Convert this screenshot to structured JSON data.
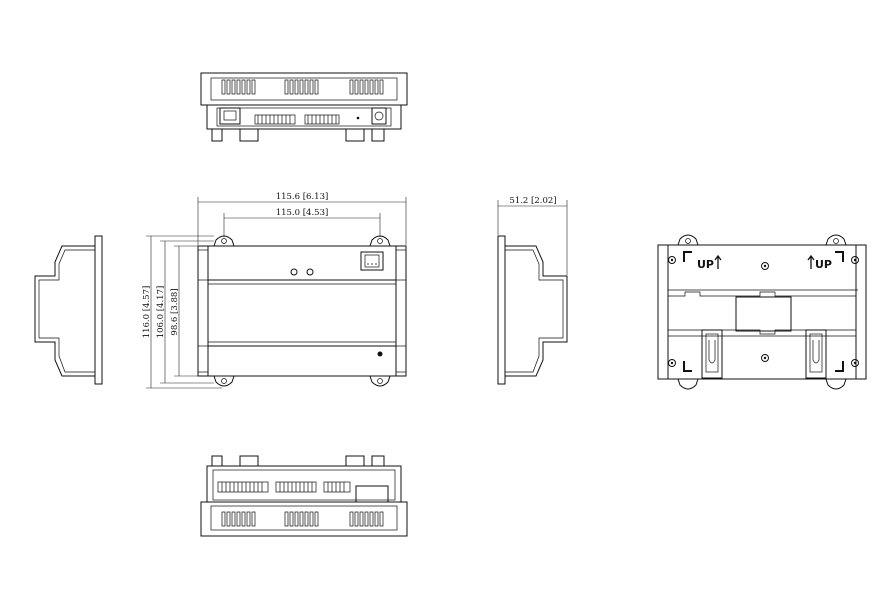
{
  "dimensions": {
    "width_label": "115.6 [6.13]",
    "mount_width_label": "115.0 [4.53]",
    "height_label": "116.0 [4.57]",
    "mid_height_label": "106.0 [4.17]",
    "inner_height_label": "98.6 [3.88]",
    "depth_label": "51.2 [2.02]"
  },
  "back_view": {
    "up_left": "UP",
    "up_right": "UP"
  },
  "icons": [
    "rj45-port-icon",
    "dc-jack-icon",
    "din-clip-icon",
    "screw-hole-icon",
    "arrow-up-icon"
  ]
}
